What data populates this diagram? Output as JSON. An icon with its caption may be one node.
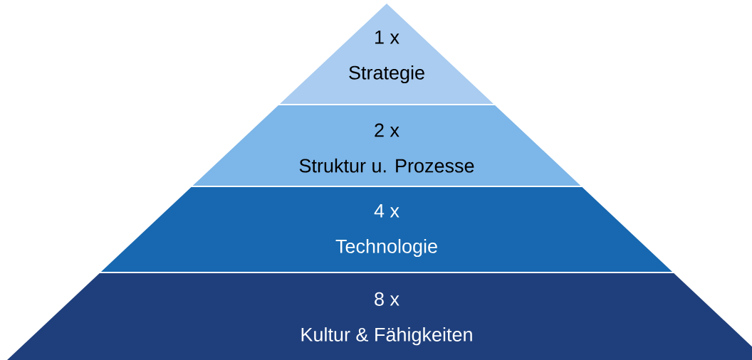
{
  "diagram": {
    "nodes": [
      {
        "text": [
          "1 x",
          "Strategie"
        ]
      },
      {
        "text": [
          "2 x",
          "Struktur u. Prozesse"
        ]
      },
      {
        "text": [
          "4 x",
          "Technologie"
        ]
      },
      {
        "text": [
          "8 x",
          "Kultur & Fähigkeiten"
        ]
      }
    ]
  }
}
